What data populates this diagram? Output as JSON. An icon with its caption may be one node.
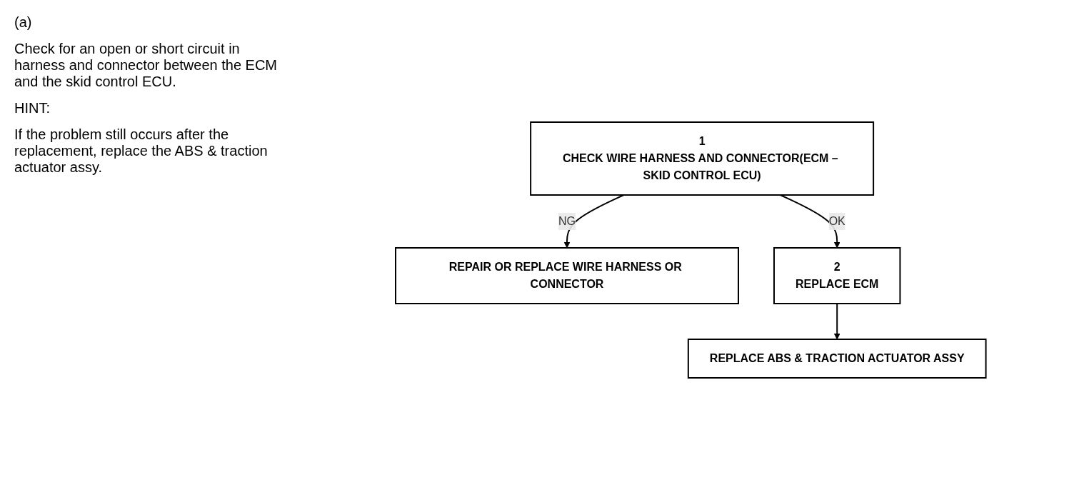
{
  "diagram": {
    "nodes": [
      {
        "text": [
          "1",
          "CHECK WIRE HARNESS AND CONNECTOR(ECM – SKID CONTROL ECU)"
        ]
      },
      {
        "text": [
          "REPAIR OR REPLACE WIRE HARNESS OR CONNECTOR"
        ]
      },
      {
        "text": [
          "2",
          "REPLACE ECM"
        ]
      },
      {
        "text": [
          "REPLACE ABS & TRACTION ACTUATOR ASSY"
        ]
      }
    ],
    "edges": [
      {
        "from": 0,
        "to": 1,
        "arrow": "to",
        "label": "NG"
      },
      {
        "from": 0,
        "to": 2,
        "arrow": "to",
        "label": "OK"
      },
      {
        "from": 2,
        "to": 3,
        "arrow": "to"
      }
    ],
    "labels": [
      "(a)",
      "Check for an open or short circuit in harness and connector between the ECM and the skid control ECU.",
      "HINT:",
      "If the problem still occurs after the replacement, replace the ABS & traction actuator assy."
    ]
  }
}
